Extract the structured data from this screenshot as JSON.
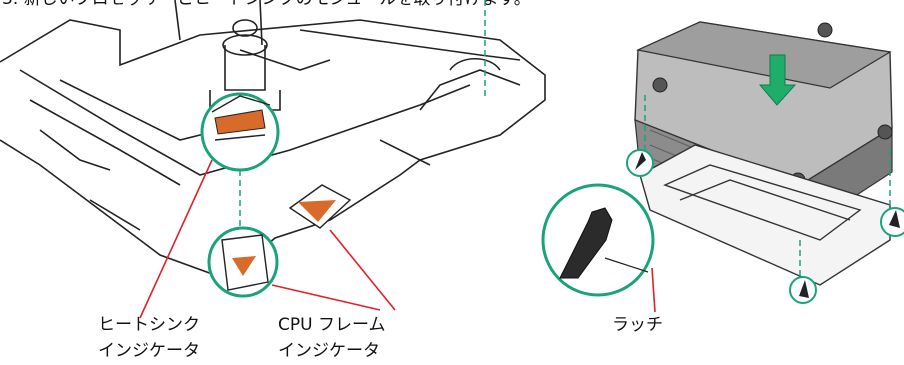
{
  "caption_top": "3. 新しいプロセッサーとヒートシンクのモジュールを取り付けます。",
  "labels": {
    "heatsink_indicator_line1": "ヒートシンク",
    "heatsink_indicator_line2": "インジケータ",
    "cpu_frame_indicator_line1": "CPU フレーム",
    "cpu_frame_indicator_line2": "インジケータ",
    "latch": "ラッチ"
  },
  "colors": {
    "callout_green": "#1aa37a",
    "leader_red": "#e0202a",
    "indicator_orange": "#d86a2a",
    "arrow_green": "#1fae6a",
    "outline": "#222222",
    "heatsink_gray": "#8c8c8c"
  }
}
